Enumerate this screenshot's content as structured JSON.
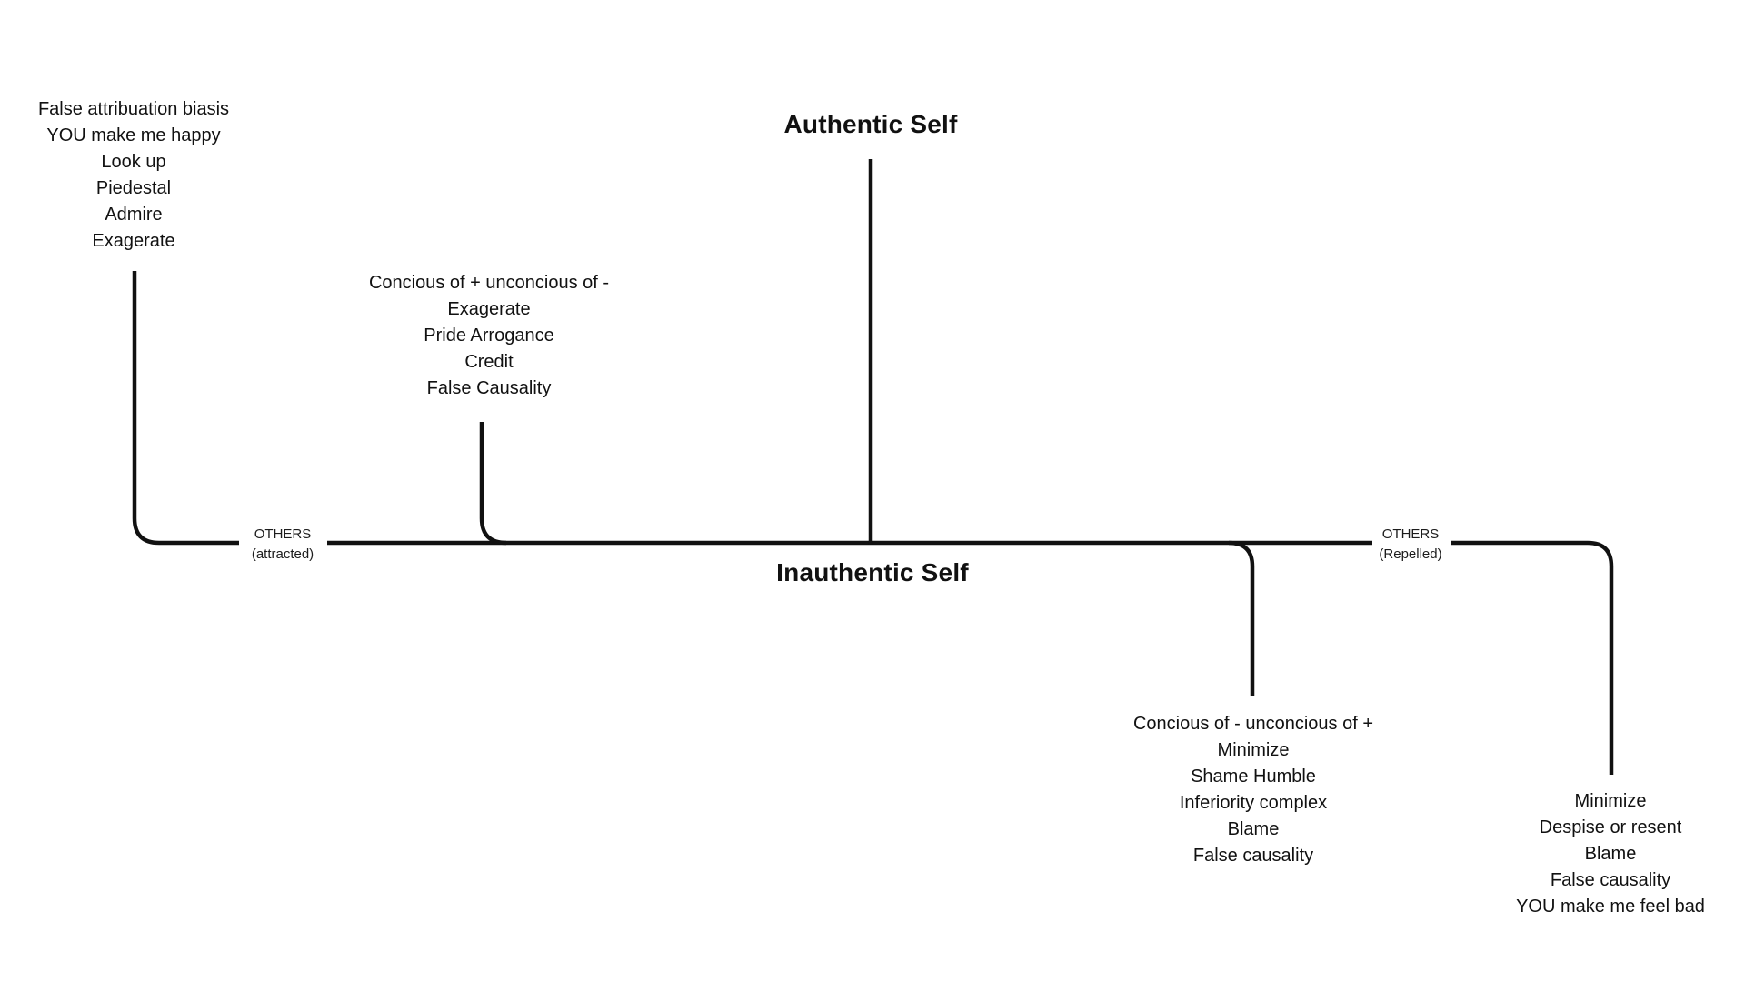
{
  "diagram": {
    "authentic_self_label": "Authentic Self",
    "inauthentic_self_label": "Inauthentic Self",
    "others_attracted": {
      "line1": "OTHERS",
      "line2": "(attracted)"
    },
    "others_repelled": {
      "line1": "OTHERS",
      "line2": "(Repelled)"
    },
    "blocks": {
      "attracted_projections": {
        "lines": [
          "False attribuation biasis",
          "YOU make me happy",
          "Look up",
          "Piedestal",
          "Admire",
          "Exagerate"
        ]
      },
      "conscious_plus": {
        "lines": [
          "Concious of + unconcious of -",
          "Exagerate",
          "Pride Arrogance",
          "Credit",
          "False Causality"
        ]
      },
      "conscious_minus": {
        "lines": [
          "Concious of - unconcious of +",
          "Minimize",
          "Shame Humble",
          "Inferiority complex",
          "Blame",
          "False causality"
        ]
      },
      "repelled_projections": {
        "lines": [
          "Minimize",
          "Despise or resent",
          "Blame",
          "False causality",
          "YOU make me feel bad"
        ]
      }
    },
    "colors": {
      "background": "#ffffff",
      "line": "#111111",
      "text": "#111111"
    }
  }
}
